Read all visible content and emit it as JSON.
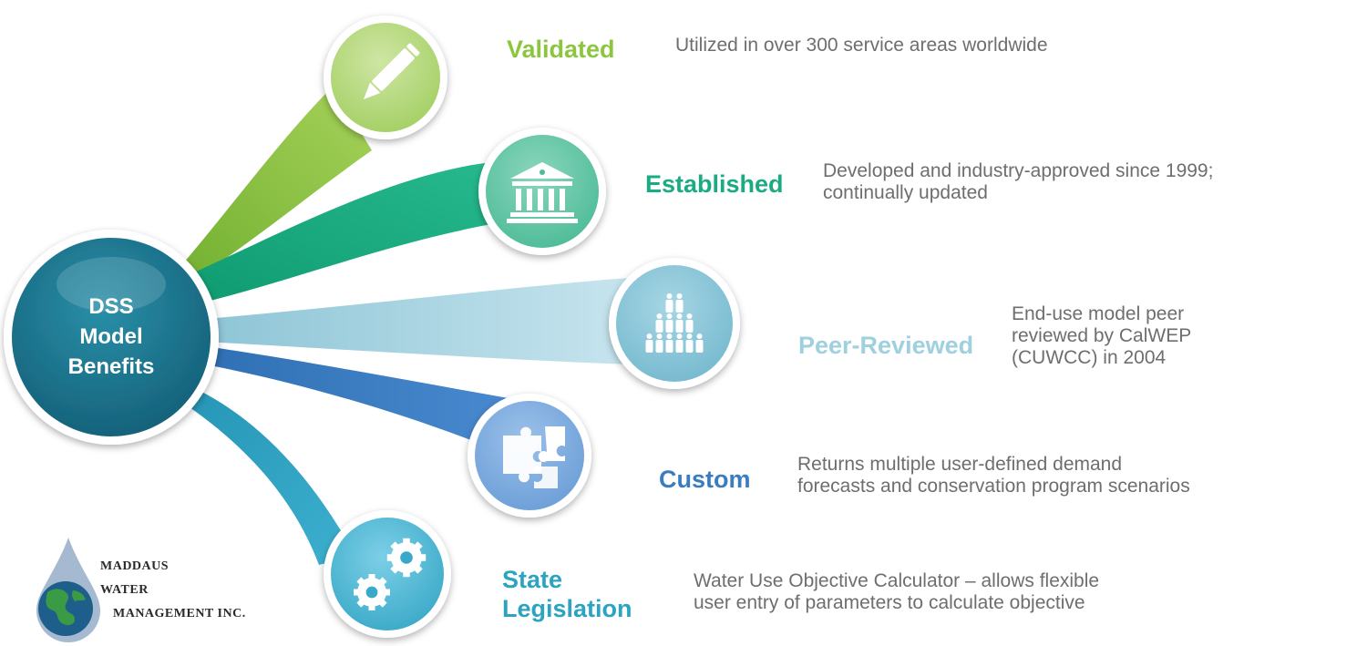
{
  "hub": {
    "lines": [
      "DSS",
      "Model",
      "Benefits"
    ],
    "color": "#1e7c95"
  },
  "benefits": [
    {
      "label": "Validated",
      "description": [
        "Utilized in over 300 service areas worldwide"
      ],
      "color": "#8cc63f",
      "icon": "pencil-icon"
    },
    {
      "label": "Established",
      "description": [
        "Developed and industry-approved since 1999;",
        "continually updated"
      ],
      "color": "#1aab82",
      "icon": "bank-building-icon"
    },
    {
      "label": "Peer-Reviewed",
      "description": [
        "End-use model peer",
        "reviewed by CalWEP",
        "(CUWCC) in 2004"
      ],
      "color": "#9fd0df",
      "icon": "people-pyramid-icon"
    },
    {
      "label": "Custom",
      "description": [
        "Returns multiple user-defined demand",
        "forecasts and conservation program scenarios"
      ],
      "color": "#3a7cc1",
      "icon": "puzzle-icon"
    },
    {
      "label": "State Legislation",
      "label_lines": [
        "State",
        "Legislation"
      ],
      "description": [
        "Water Use Objective Calculator – allows flexible",
        "user entry of parameters to calculate objective"
      ],
      "color": "#2ba3c2",
      "icon": "gears-icon"
    }
  ],
  "logo": {
    "lines": [
      "MADDAUS",
      "WATER",
      "MANAGEMENT INC."
    ],
    "icon": "water-drop-globe-icon"
  }
}
